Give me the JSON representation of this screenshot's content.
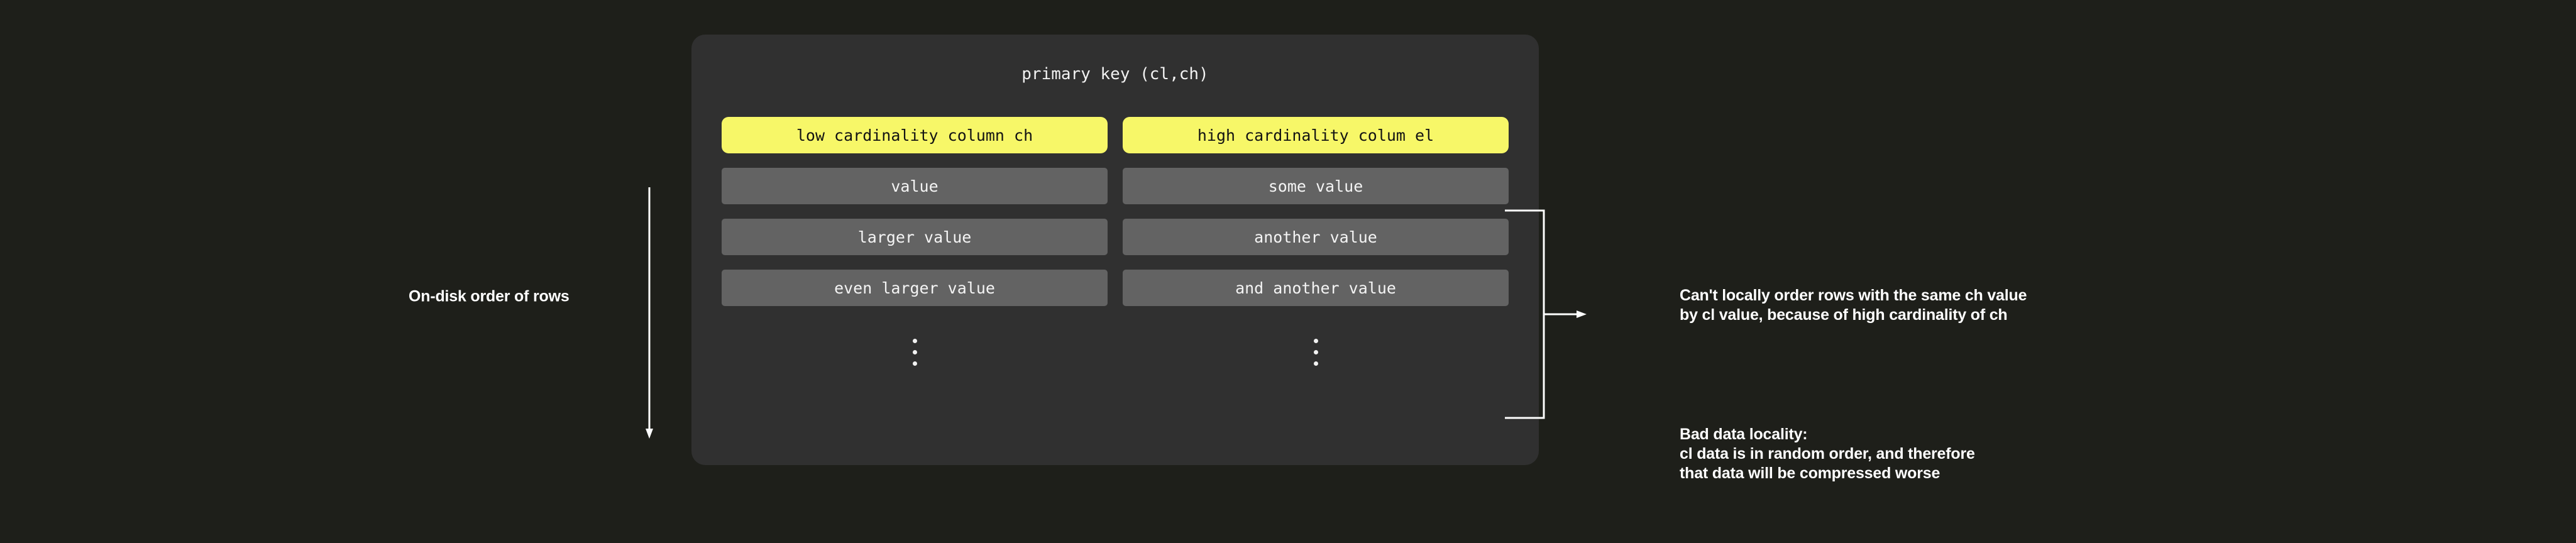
{
  "diagram": {
    "background_color": "#1e1f1a",
    "panel_color": "#303030",
    "accent_color": "#f7f768",
    "row_color": "#636363",
    "left_annotation": "On-disk order of rows",
    "panel": {
      "title": "primary key (cl,ch)",
      "columns": [
        {
          "header": "low cardinality column ch",
          "values": [
            "value",
            "larger value",
            "even larger value"
          ],
          "continues": true
        },
        {
          "header": "high cardinality colum el",
          "values": [
            "some value",
            "another value",
            "and another value"
          ],
          "continues": true
        }
      ]
    },
    "notes": [
      {
        "name": "cardinality-note",
        "lines": [
          "Can't locally order rows with the same ch value",
          "by cl value, because of high cardinality of ch"
        ]
      },
      {
        "name": "locality-note",
        "lines": [
          "Bad data locality:",
          "cl data is in random order, and therefore",
          "that data will be compressed worse"
        ]
      }
    ]
  }
}
